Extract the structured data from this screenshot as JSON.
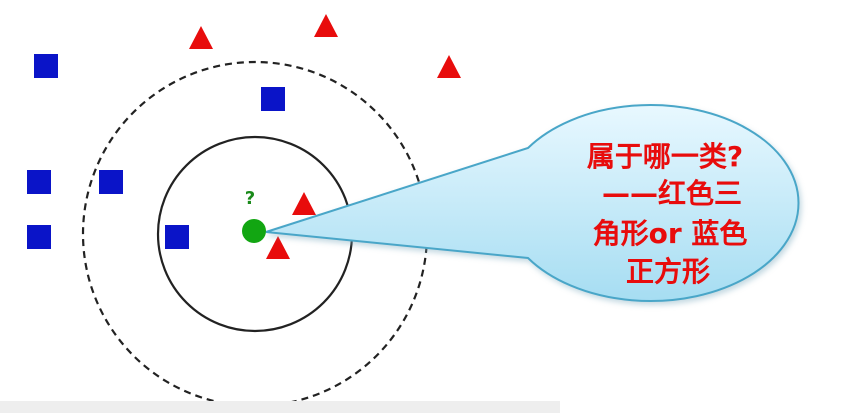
{
  "diagram": {
    "query_point": {
      "label": "?",
      "color": "#12a612",
      "label_color": "#1a8a1a"
    },
    "classes": {
      "square": {
        "color": "#0a14c8"
      },
      "triangle": {
        "color": "#e80c0c"
      }
    },
    "circles": {
      "inner": {
        "style": "solid",
        "color": "#222222"
      },
      "outer": {
        "style": "dashed",
        "color": "#222222"
      }
    },
    "callout": {
      "fill_top": "#e8f8ff",
      "fill_bottom": "#a6ddf2",
      "border": "#4aa6c8",
      "text_color": "#e80c0c",
      "lines": [
        "属于哪一类?",
        "——红色三",
        "角形or 蓝色",
        "正方形"
      ]
    }
  }
}
